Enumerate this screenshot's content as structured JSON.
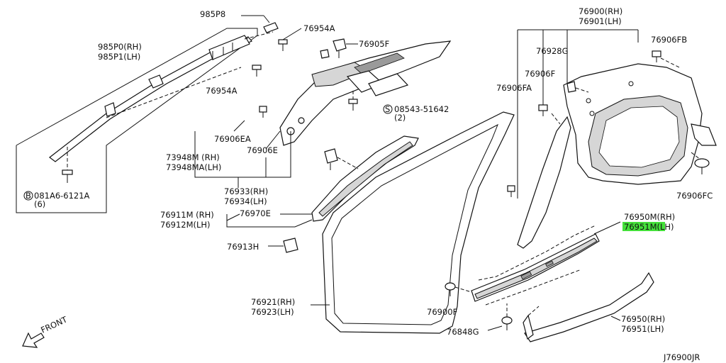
{
  "labels": {
    "p985P8": "985P8",
    "p76954A_top": "76954A",
    "p76905F": "76905F",
    "p985P0": "985P0(RH)",
    "p985P1": "985P1(LH)",
    "p76954A_mid": "76954A",
    "p08543": "08543-51642",
    "p08543_qty": "(2)",
    "p76906EA": "76906EA",
    "p73948M": "73948M (RH)",
    "p73948MA": "73948MA(LH)",
    "p76906E": "76906E",
    "p081A6": "081A6-6121A",
    "p081A6_qty": "(6)",
    "p76933": "76933(RH)",
    "p76934": "76934(LH)",
    "p76911M": "76911M (RH)",
    "p76912M": "76912M(LH)",
    "p76970E": "76970E",
    "p76913H": "76913H",
    "p76921": "76921(RH)",
    "p76923": "76923(LH)",
    "p76900": "76900(RH)",
    "p76901": "76901(LH)",
    "p76928G": "76928G",
    "p76906FB": "76906FB",
    "p76906F": "76906F",
    "p76906FA": "76906FA",
    "p76906FC": "76906FC",
    "p76950M": "76950M(RH)",
    "p76951M": "76951M(LH)",
    "p76900F": "76900F",
    "p76848G": "76848G",
    "p76950": "76950(RH)",
    "p76951": "76951(LH)",
    "front": "FRONT",
    "code": "J76900JR",
    "circle_s": "S",
    "circle_b": "B"
  },
  "highlight_color": "#44e03a"
}
